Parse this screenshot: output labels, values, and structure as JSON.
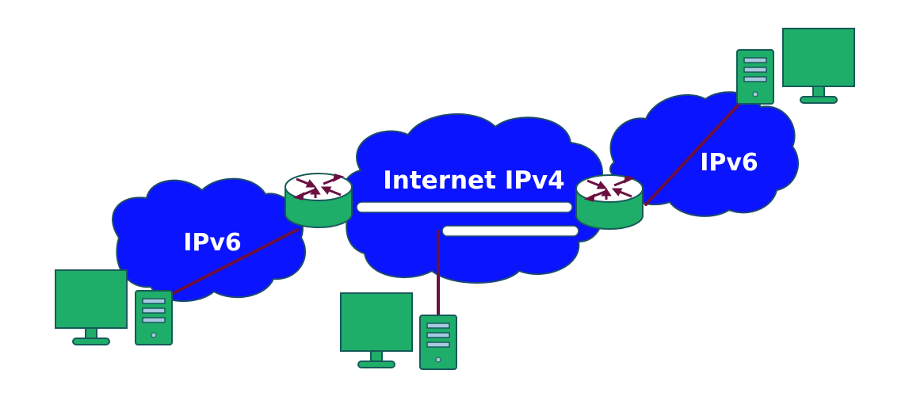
{
  "labels": {
    "center_cloud": "Internet IPv4",
    "left_cloud": "IPv6",
    "right_cloud": "IPv6"
  },
  "colors": {
    "cloud_fill": "#0a14ff",
    "cloud_stroke": "#1e4b6e",
    "device_fill": "#1fae6a",
    "device_stroke": "#175a5a",
    "link_color": "#6b1040",
    "tunnel_fill": "#ffffff",
    "server_slot": "#a8c8e0"
  }
}
